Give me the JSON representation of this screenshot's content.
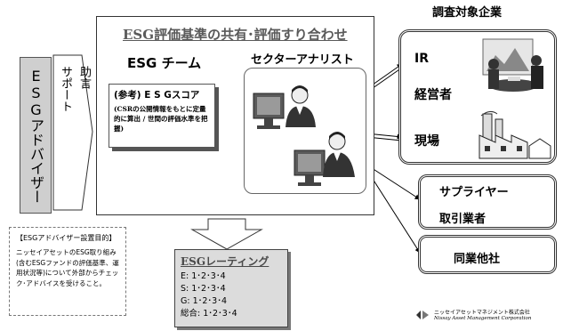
{
  "adviser": {
    "label": "ESGアドバイザー",
    "advice_col1": "助言",
    "advice_col2": "サポート"
  },
  "frame": {
    "title": "ESG評価基準の共有･評価すり合わせ",
    "team_label": "ESG チーム",
    "analyst_label": "セクターアナリスト"
  },
  "score": {
    "title": "(参考) E S Gスコア",
    "description": "(CSRの公開情報をもとに定量的に算出 / 世間の評価水準を把握)"
  },
  "companies": {
    "title": "調査対象企業",
    "ir": "IR",
    "manager": "経営者",
    "site": "現場"
  },
  "others": {
    "supplier": "サプライヤー",
    "business_partner": "取引業者",
    "peers": "同業他社"
  },
  "purpose": {
    "title": "【ESGアドバイザー設置目的】",
    "body": "ニッセイアセットのESG取り組み(含むESGファンドの評価基準、運用状況等)について外部からチェック･アドバイスを受けること。"
  },
  "rating": {
    "title": "ESGレーティング",
    "e": "E: 1･2･3･4",
    "s": "S: 1･2･3･4",
    "g": "G: 1･2･3･4",
    "total": "総合: 1･2･3･4"
  },
  "logo": {
    "name_jp": "ニッセイアセットマネジメント株式会社",
    "name_en": "Nissay Asset Management Corporation"
  },
  "colors": {
    "adviser_fill": "#cfcfcf",
    "rating_fill": "#dcdcdc",
    "title_gray": "#5a5a5a"
  }
}
